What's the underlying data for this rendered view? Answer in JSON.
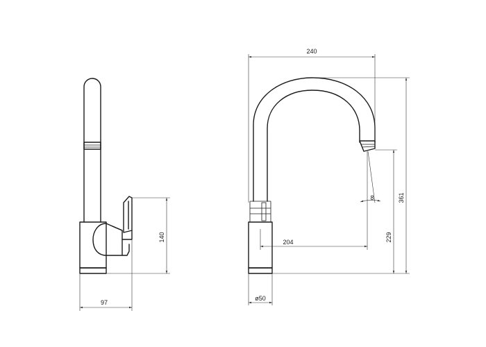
{
  "drawing": {
    "side_view": {
      "height_label": "140",
      "width_label": "97"
    },
    "front_view": {
      "spout_reach_label": "240",
      "total_height_label": "361",
      "spout_height_label": "229",
      "spout_offset_label": "204",
      "outlet_angle_label": "8",
      "base_diameter_label": "ø50"
    }
  }
}
